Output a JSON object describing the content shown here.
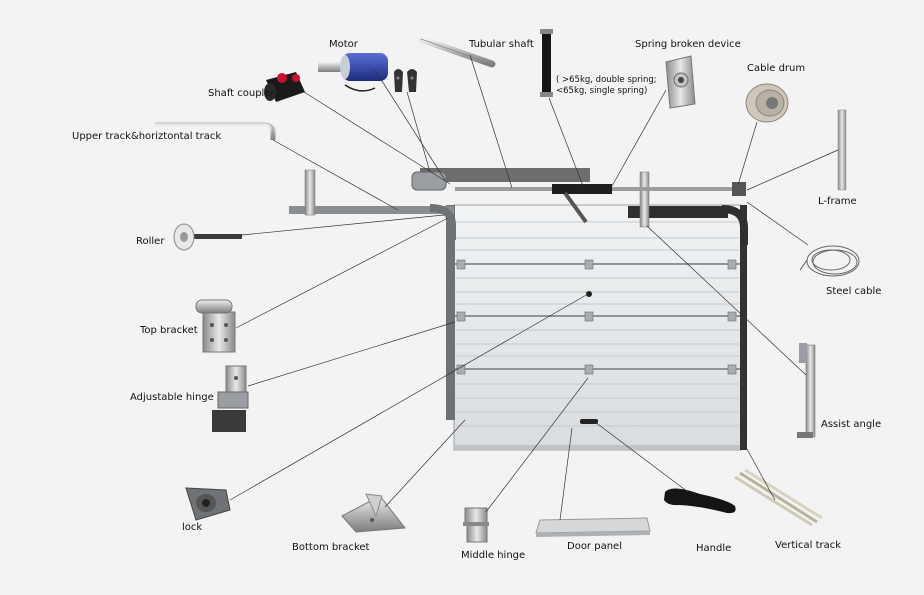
{
  "labels": {
    "motor": "Motor",
    "tubular_shaft": "Tubular shaft",
    "spring_broken_device": "Spring broken device",
    "cable_drum": "Cable drum",
    "shaft_coupler": "Shaft coupler",
    "upper_track": "Upper track&horiztontal track",
    "l_frame": "L-frame",
    "roller": "Roller",
    "steel_cable": "Steel cable",
    "top_bracket": "Top bracket",
    "adjustable_hinge": "Adjustable hinge",
    "assist_angle": "Assist angle",
    "lock": "lock",
    "bottom_bracket": "Bottom bracket",
    "middle_hinge": "Middle hinge",
    "door_panel": "Door panel",
    "handle": "Handle",
    "vertical_track": "Vertical track"
  },
  "spring_note": {
    "line1": "( >65kg, double spring;",
    "line2": "<65kg, single spring)"
  },
  "colors": {
    "background": "#f3f3f3",
    "door": "#e6e8ea",
    "track": "#444444",
    "leader": "#333333",
    "motor_blue": "#2c3f9e",
    "coupler_red": "#c8102e"
  }
}
